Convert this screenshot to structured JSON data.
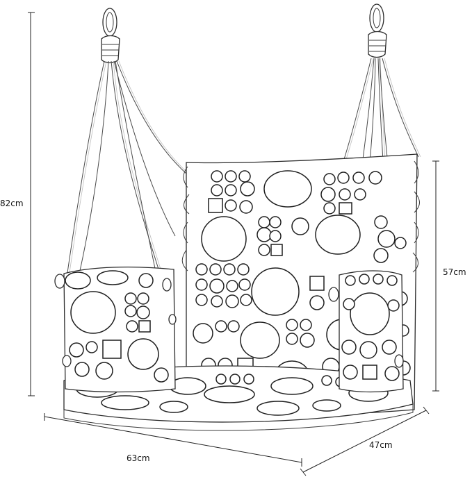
{
  "figure": {
    "colors": {
      "line": "#2b2b2b",
      "background": "#ffffff"
    }
  },
  "dimensions": {
    "height_total": "82cm",
    "height_seat": "57cm",
    "width": "63cm",
    "depth": "47cm"
  }
}
